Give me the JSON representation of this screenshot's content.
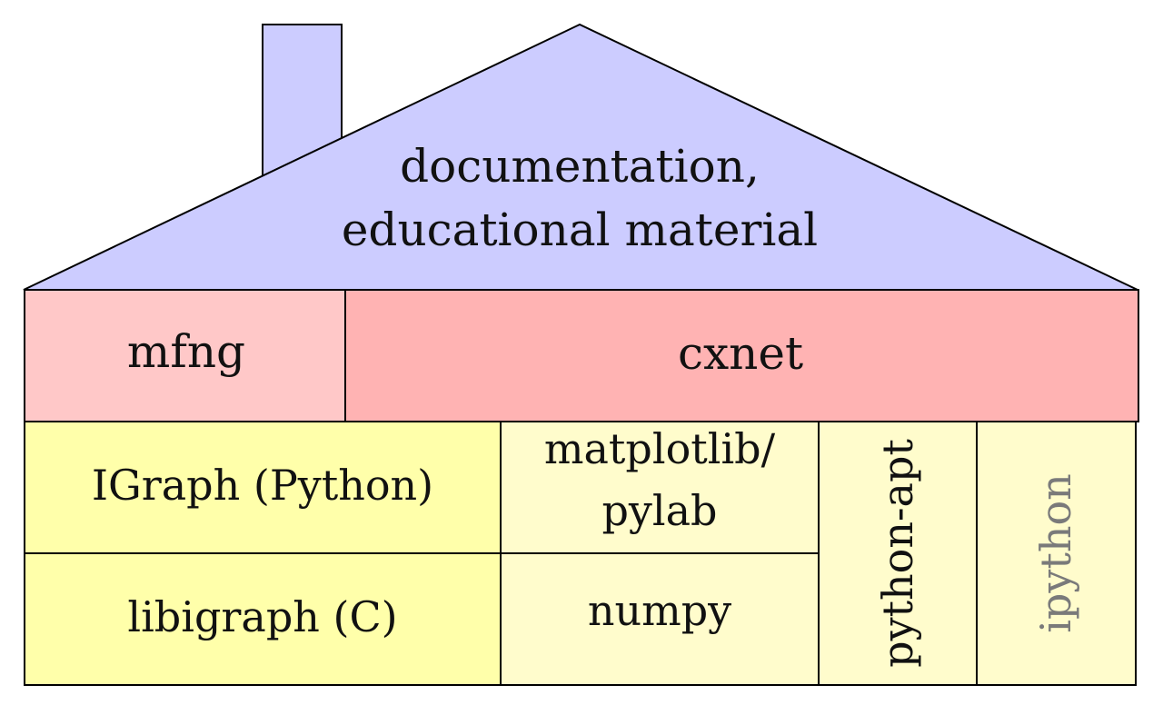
{
  "roof": {
    "line1": "documentation,",
    "line2": "educational material"
  },
  "layer_apps": {
    "mfng": "mfng",
    "cxnet": "cxnet"
  },
  "layer_libs": {
    "igraph_python": "IGraph (Python)",
    "libigraph_c": "libigraph (C)",
    "matplotlib_line1": "matplotlib/",
    "matplotlib_line2": "pylab",
    "numpy": "numpy",
    "python_apt": "python-apt",
    "ipython": "ipython"
  },
  "colors": {
    "roof": "#ccccff",
    "mfng": "#ffc8c8",
    "cxnet": "#ffb3b3",
    "libs_left": "#ffffaa",
    "libs_right": "#fffccc",
    "muted_text": "#7a7a7a"
  }
}
